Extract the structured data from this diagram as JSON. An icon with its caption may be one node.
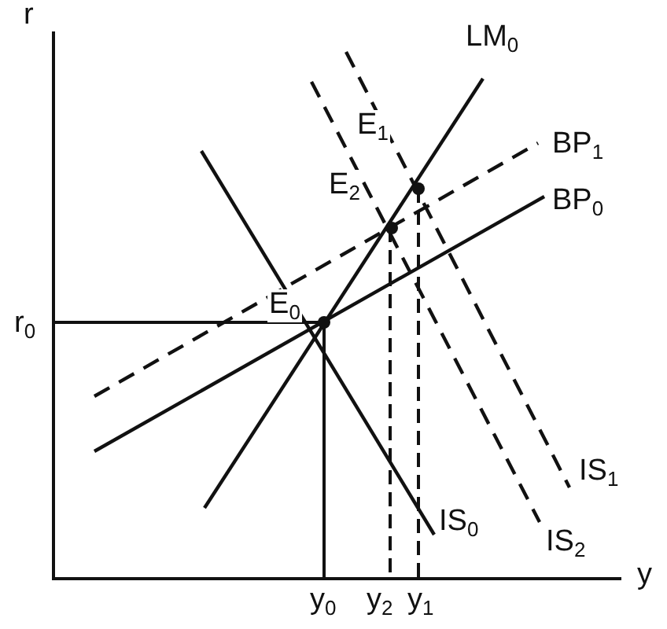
{
  "diagram": {
    "labels": [
      "r",
      "LM$_{0}$",
      "E$_{1}$",
      "BP$_{1}$",
      "E$_{2}$",
      "BP$_{0}$",
      "r$_{0}$",
      "E$_{0}$",
      "IS$_{1}$",
      "IS$_{0}$",
      "IS$_{2}$",
      "y",
      "y$_{0}$",
      "y$_{2}$",
      "y$_{1}$"
    ]
  }
}
